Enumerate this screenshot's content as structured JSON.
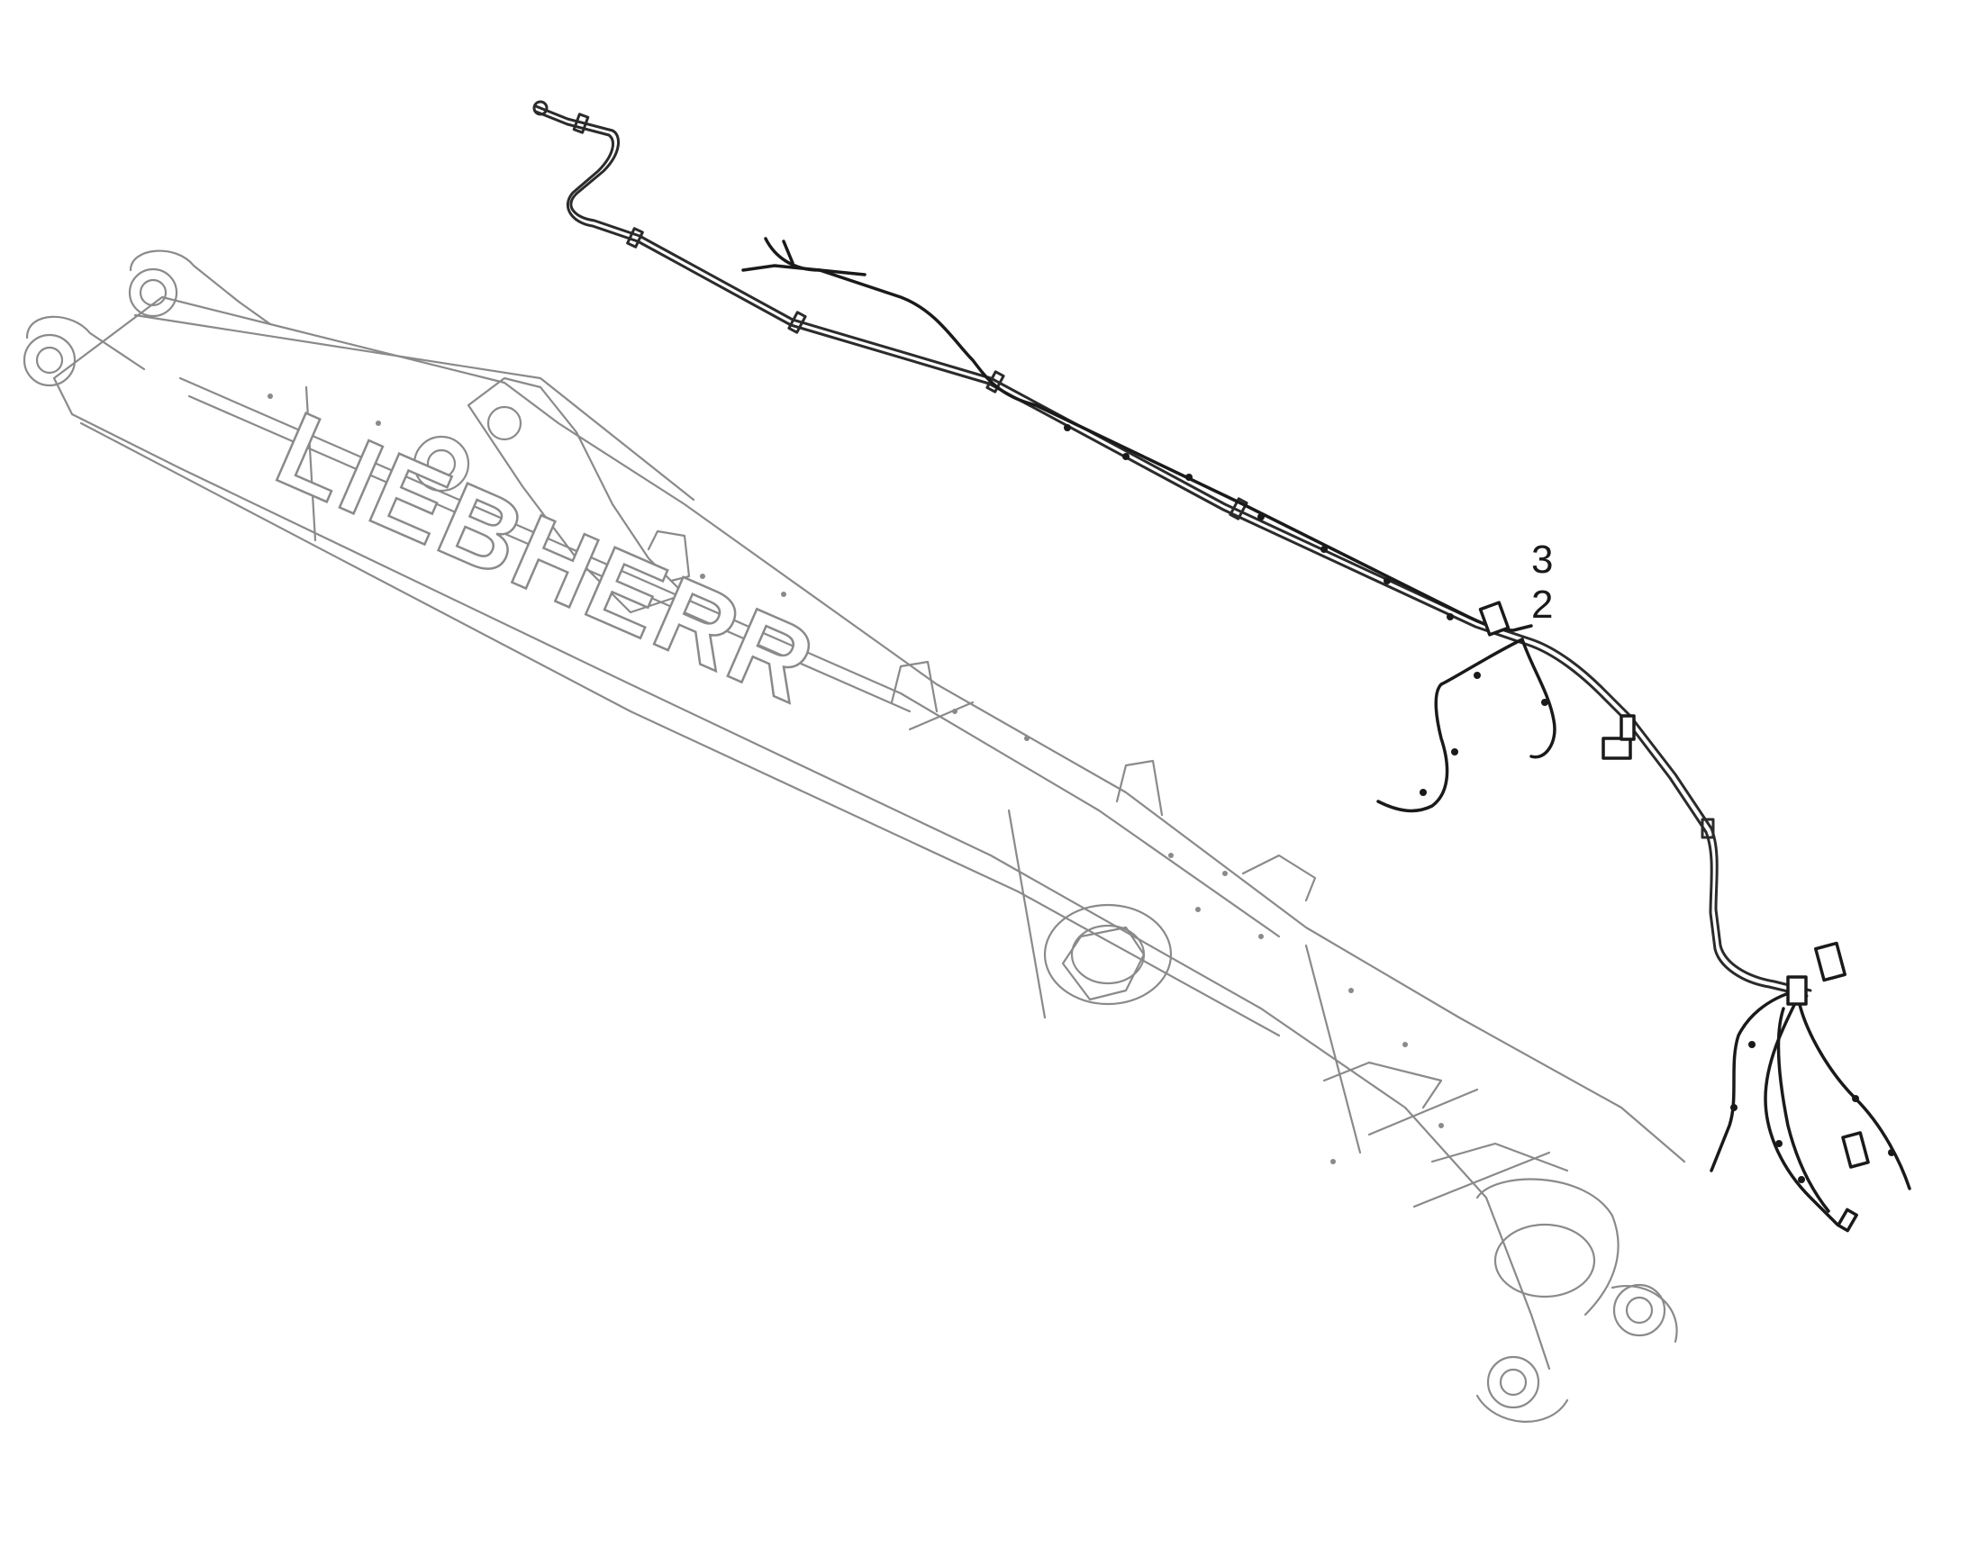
{
  "brand": {
    "text": "LIEBHERR"
  },
  "callouts": [
    {
      "id": "callout-3",
      "label": "3"
    },
    {
      "id": "callout-2",
      "label": "2"
    }
  ],
  "colors": {
    "outline": "#8a8a8a",
    "harness": "#1a1a1a",
    "pipe": "#2b2b2b",
    "background": "#ffffff"
  },
  "icons": {
    "boom": "excavator-boom-outline",
    "harness": "wiring-harness",
    "pipe": "hydraulic-line"
  }
}
